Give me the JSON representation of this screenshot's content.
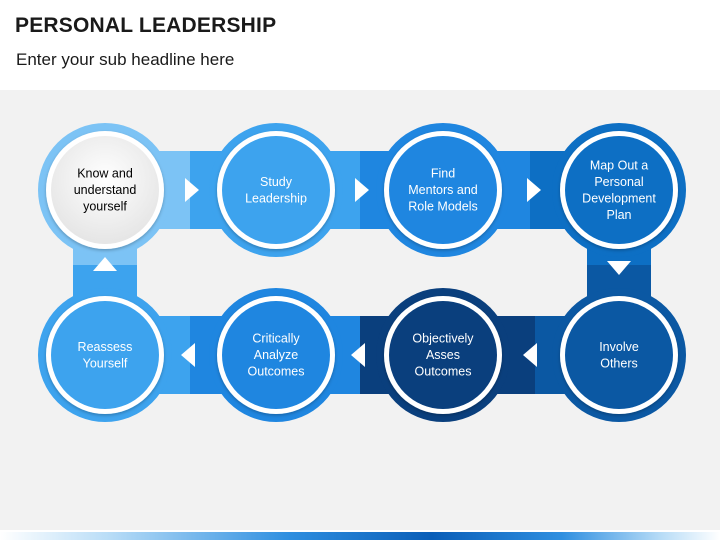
{
  "header": {
    "title": "PERSONAL LEADERSHIP",
    "subtitle": "Enter your sub headline here"
  },
  "colors": {
    "panel_bg": "#f2f2f2",
    "step_colors": [
      "#7cc3f5",
      "#3da3ee",
      "#1f86e0",
      "#0d6fc4",
      "#0b58a3",
      "#0a3f7d",
      "#1f86e0",
      "#3da3ee"
    ],
    "text_dark": "#000000",
    "text_light": "#ffffff"
  },
  "steps": [
    {
      "lines": [
        "Know and",
        "understand",
        "yourself"
      ]
    },
    {
      "lines": [
        "Study",
        "Leadership"
      ]
    },
    {
      "lines": [
        "Find",
        "Mentors and",
        "Role Models"
      ]
    },
    {
      "lines": [
        "Map Out a",
        "Personal",
        "Development",
        "Plan"
      ]
    },
    {
      "lines": [
        "Involve",
        "Others"
      ]
    },
    {
      "lines": [
        "Objectively",
        "Asses",
        "Outcomes"
      ]
    },
    {
      "lines": [
        "Critically",
        "Analyze",
        "Outcomes"
      ]
    },
    {
      "lines": [
        "Reassess",
        "Yourself"
      ]
    }
  ]
}
